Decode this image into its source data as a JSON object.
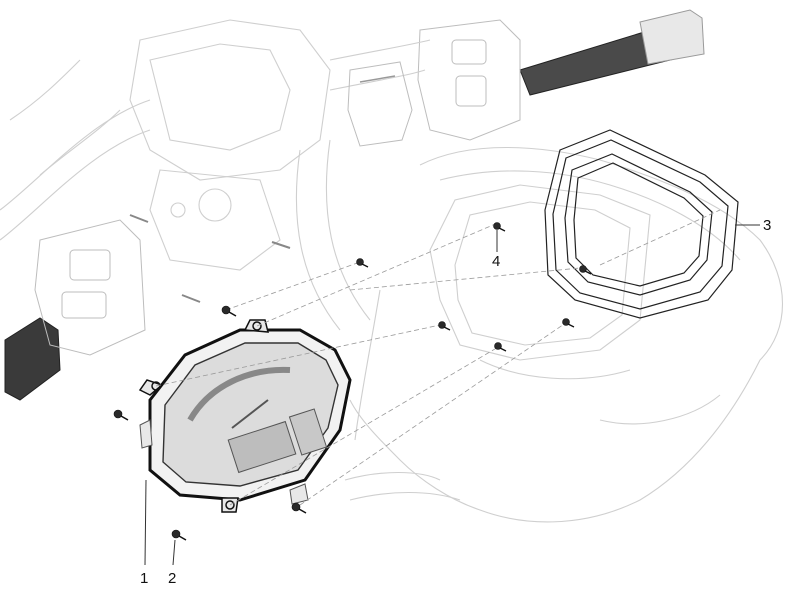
{
  "callouts": {
    "c1": "1",
    "c2": "2",
    "c3": "3",
    "c4": "4"
  },
  "colors": {
    "line_light": "#cfcfcf",
    "line_dark": "#222222",
    "grip": "#3a3a3a"
  }
}
